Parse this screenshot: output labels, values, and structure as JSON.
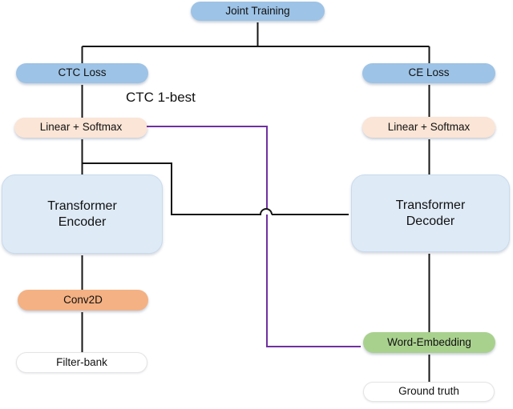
{
  "diagram": {
    "nodes": {
      "joint_training": {
        "label": "Joint Training"
      },
      "ctc_loss": {
        "label": "CTC Loss"
      },
      "ce_loss": {
        "label": "CE Loss"
      },
      "linear_softmax_left": {
        "label": "Linear + Softmax"
      },
      "linear_softmax_right": {
        "label": "Linear + Softmax"
      },
      "transformer_encoder": {
        "label": "Transformer\nEncoder"
      },
      "transformer_decoder": {
        "label": "Transformer\nDecoder"
      },
      "conv2d": {
        "label": "Conv2D"
      },
      "filter_bank": {
        "label": "Filter-bank"
      },
      "word_embedding": {
        "label": "Word-Embedding"
      },
      "ground_truth": {
        "label": "Ground truth"
      }
    },
    "annotations": {
      "ctc_1best": "CTC 1-best"
    },
    "colors": {
      "loss_blue": "#9DC3E6",
      "transformer_light_blue": "#DEEAF6",
      "linear_softmax_peach": "#FBE5D6",
      "conv2d_orange": "#F4B183",
      "word_embedding_green": "#A9D18E",
      "input_white": "#FFFFFF",
      "arrow_black": "#151515",
      "ctc_1best_purple": "#7030A0"
    }
  }
}
